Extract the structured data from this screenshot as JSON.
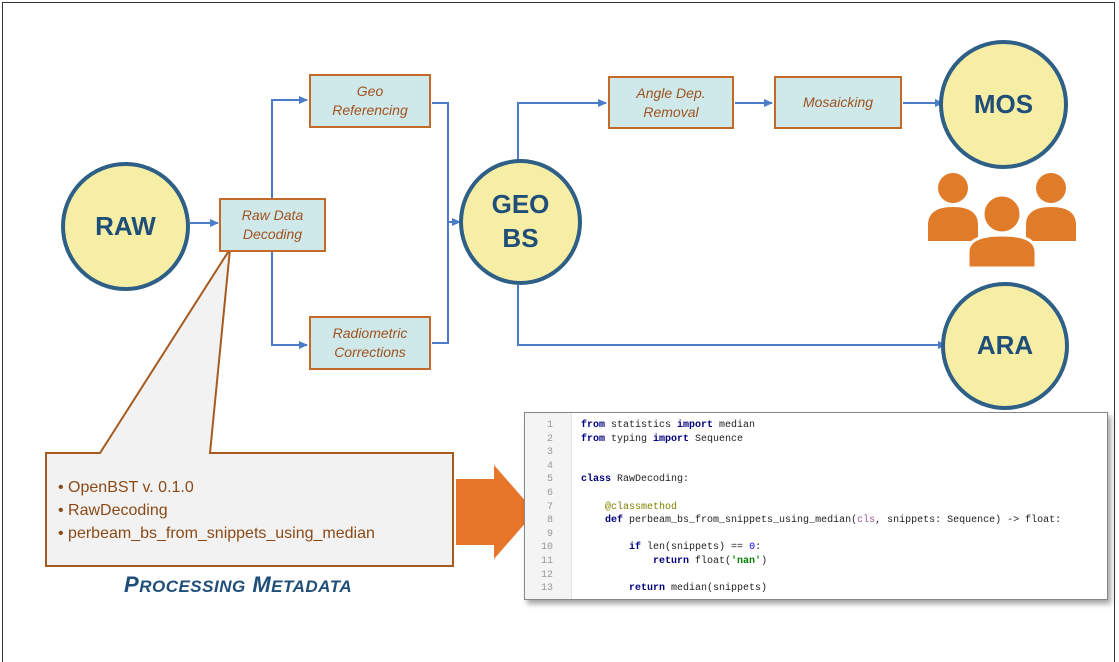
{
  "nodes": {
    "raw": "RAW",
    "geo_bs_line1": "GEO",
    "geo_bs_line2": "BS",
    "mos": "MOS",
    "ara": "ARA"
  },
  "boxes": {
    "raw_data_decoding": [
      "Raw Data",
      "Decoding"
    ],
    "geo_referencing": [
      "Geo",
      "Referencing"
    ],
    "radiometric_corrections": [
      "Radiometric",
      "Corrections"
    ],
    "angle_dep_removal": [
      "Angle Dep.",
      "Removal"
    ],
    "mosaicking": [
      "Mosaicking"
    ]
  },
  "metadata_items": [
    "• OpenBST v. 0.1.0",
    "• RawDecoding",
    "• perbeam_bs_from_snippets_using_median"
  ],
  "metadata_title": {
    "cap1": "P",
    "rest1": "ROCESSING",
    "cap2": "M",
    "rest2": "ETADATA"
  },
  "code_lines": [
    {
      "n": "1",
      "t": "from statistics import median"
    },
    {
      "n": "2",
      "t": "from typing import Sequence"
    },
    {
      "n": "3",
      "t": ""
    },
    {
      "n": "4",
      "t": ""
    },
    {
      "n": "5",
      "t": "class RawDecoding:"
    },
    {
      "n": "6",
      "t": ""
    },
    {
      "n": "7",
      "t": "    @classmethod"
    },
    {
      "n": "8",
      "t": "    def perbeam_bs_from_snippets_using_median(cls, snippets: Sequence) -> float:"
    },
    {
      "n": "9",
      "t": ""
    },
    {
      "n": "10",
      "t": "        if len(snippets) == 0:"
    },
    {
      "n": "11",
      "t": "            return float('nan')"
    },
    {
      "n": "12",
      "t": ""
    },
    {
      "n": "13",
      "t": "        return median(snippets)"
    }
  ],
  "colors": {
    "node_fill": "#f7eea6",
    "node_stroke": "#2e5f86",
    "node_text": "#1f4e79",
    "box_fill": "#cfe9ea",
    "box_stroke": "#c46a28",
    "box_text": "#a0521f",
    "link": "#4a7cc9",
    "users_icon": "#e07b2a",
    "big_arrow": "#e8762a",
    "callout_fill": "#f2f2f2"
  }
}
